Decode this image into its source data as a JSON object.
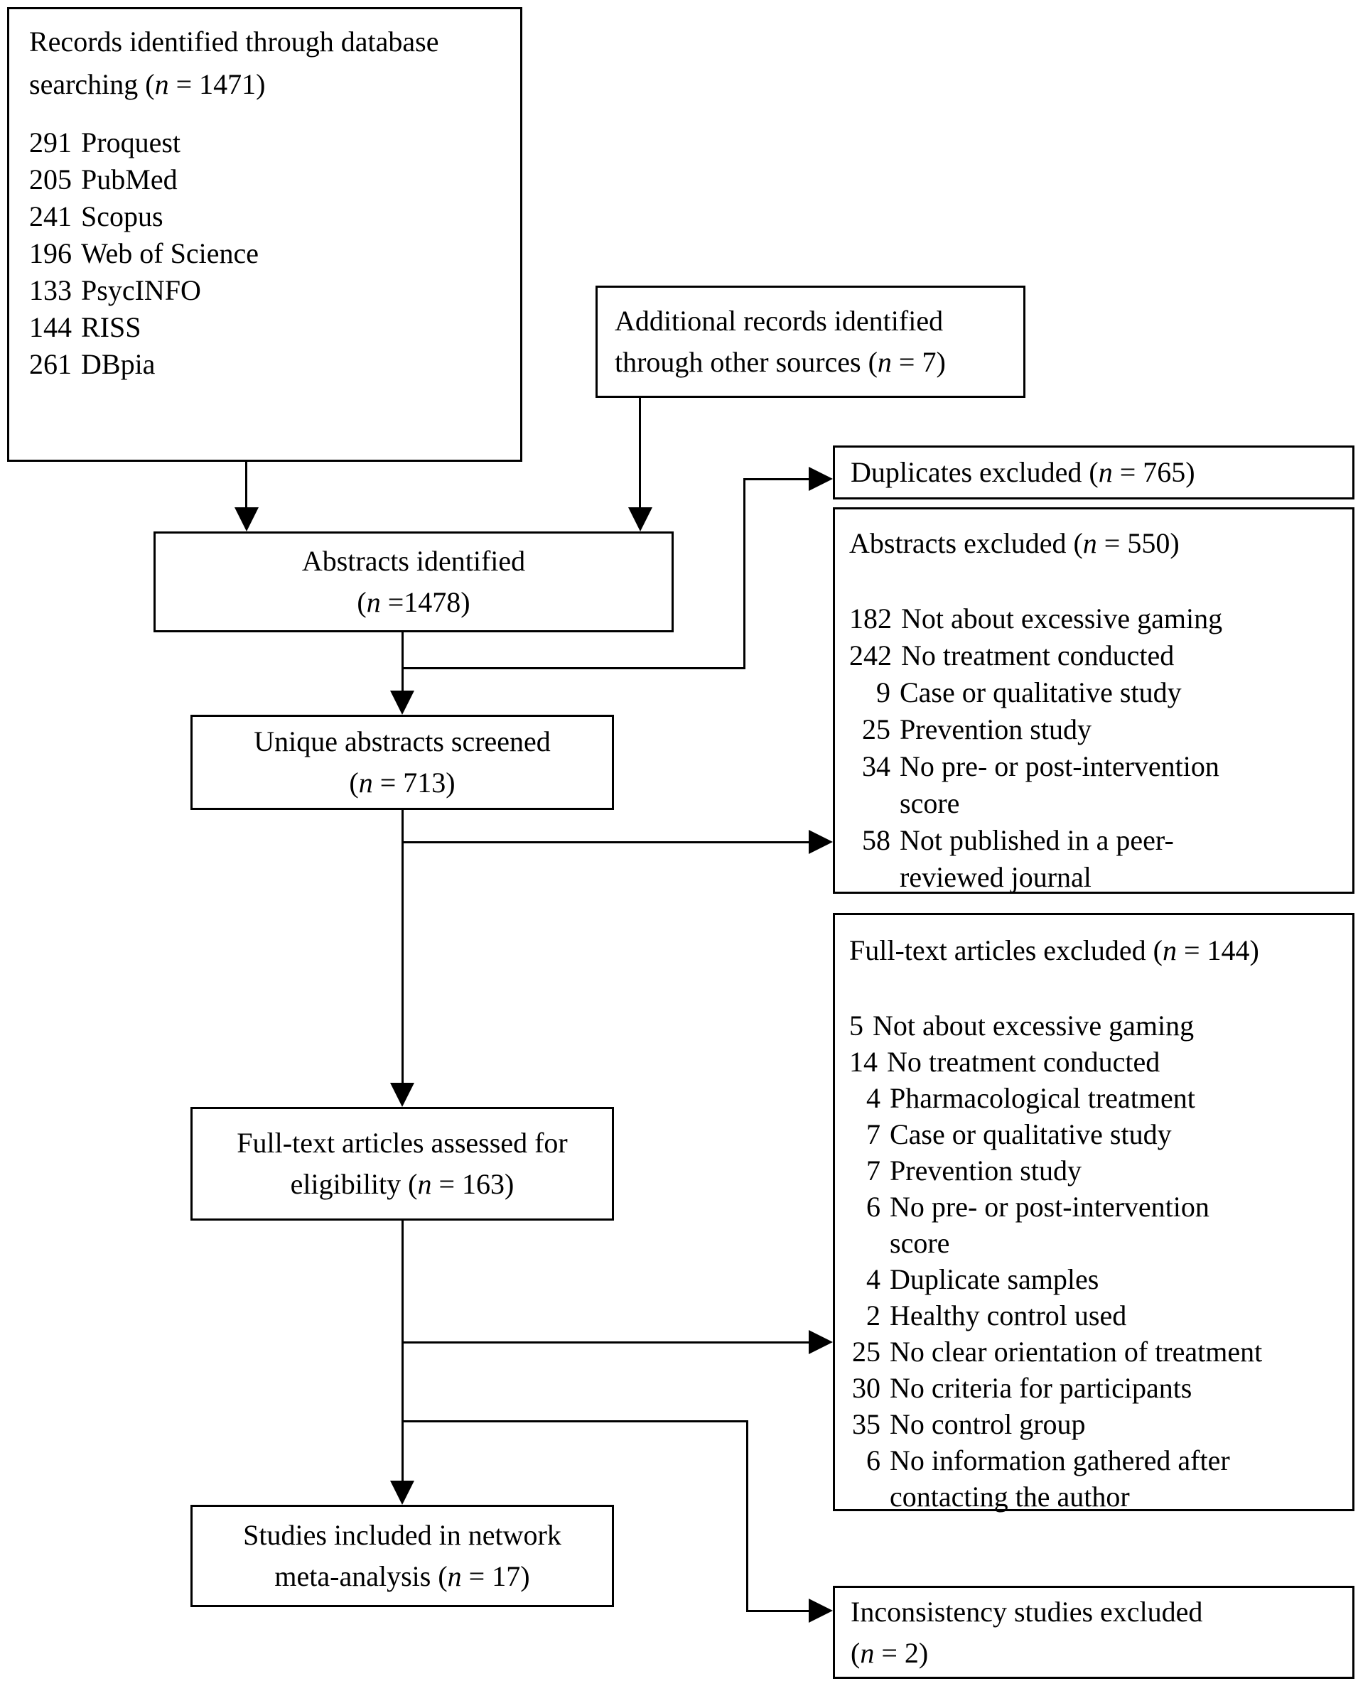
{
  "colors": {
    "background": "#ffffff",
    "text": "#000000",
    "line": "#000000"
  },
  "boxes": {
    "records": {
      "line1": "Records identified through database",
      "line2": "searching (n = 1471)",
      "items": [
        {
          "num": "291",
          "text": "Proquest"
        },
        {
          "num": "205",
          "text": "PubMed"
        },
        {
          "num": "241",
          "text": "Scopus"
        },
        {
          "num": "196",
          "text": "Web of Science"
        },
        {
          "num": "133",
          "text": "PsycINFO"
        },
        {
          "num": "144",
          "text": "RISS"
        },
        {
          "num": "261",
          "text": "DBpia"
        }
      ]
    },
    "additional": {
      "line1": "Additional records identified",
      "line2": "through other sources (n = 7)"
    },
    "duplicates": {
      "line1": "Duplicates excluded (n = 765)"
    },
    "abstracts_excluded": {
      "title": "Abstracts excluded (n = 550)",
      "items": [
        {
          "num": "182",
          "text": "Not about excessive gaming"
        },
        {
          "num": "242",
          "text": "No treatment conducted"
        },
        {
          "num": "9",
          "text": "Case or qualitative study"
        },
        {
          "num": "25",
          "text": "Prevention study"
        },
        {
          "num": "34",
          "text": "No pre- or post-intervention\nscore"
        },
        {
          "num": "58",
          "text": "Not published in a peer-\nreviewed journal"
        }
      ]
    },
    "abstracts_identified": {
      "line1": "Abstracts identified",
      "line2": "(n =1478)"
    },
    "unique_screened": {
      "line1": "Unique abstracts screened",
      "line2": "(n = 713)"
    },
    "fulltext_excluded": {
      "title": "Full-text articles excluded (n = 144)",
      "items": [
        {
          "num": "5",
          "text": "Not about excessive gaming"
        },
        {
          "num": "14",
          "text": "No treatment conducted"
        },
        {
          "num": "4",
          "text": "Pharmacological treatment"
        },
        {
          "num": "7",
          "text": "Case or qualitative study"
        },
        {
          "num": "7",
          "text": "Prevention study"
        },
        {
          "num": "6",
          "text": "No pre- or post-intervention\nscore"
        },
        {
          "num": "4",
          "text": "Duplicate samples"
        },
        {
          "num": "2",
          "text": "Healthy control used"
        },
        {
          "num": "25",
          "text": "No clear orientation of treatment"
        },
        {
          "num": "30",
          "text": "No criteria for participants"
        },
        {
          "num": "35",
          "text": "No control group"
        },
        {
          "num": "6",
          "text": "No information gathered after\ncontacting the author"
        }
      ]
    },
    "assessed": {
      "line1": "Full-text articles assessed for",
      "line2": "eligibility (n = 163)"
    },
    "included": {
      "line1": "Studies included in network",
      "line2": "meta-analysis (n = 17)"
    },
    "inconsistency": {
      "line1": "Inconsistency studies excluded",
      "line2": "(n = 2)"
    }
  }
}
